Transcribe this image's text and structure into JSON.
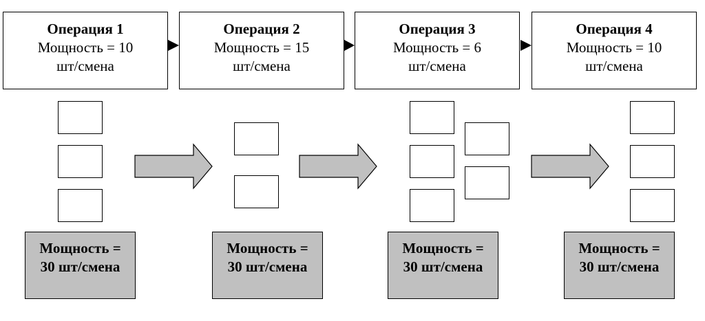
{
  "operations": [
    {
      "title": "Операция 1",
      "capacity": "Мощность = 10",
      "unit": "шт/смена"
    },
    {
      "title": "Операция 2",
      "capacity": "Мощность = 15",
      "unit": "шт/смена"
    },
    {
      "title": "Операция 3",
      "capacity": "Мощность = 6",
      "unit": "шт/смена"
    },
    {
      "title": "Операция 4",
      "capacity": "Мощность = 10",
      "unit": "шт/смена"
    }
  ],
  "stages": [
    {
      "machines": 3,
      "line1": "Мощность =",
      "line2": "30 шт/смена"
    },
    {
      "machines": 2,
      "line1": "Мощность =",
      "line2": "30 шт/смена"
    },
    {
      "machines": 5,
      "line1": "Мощность =",
      "line2": "30 шт/смена"
    },
    {
      "machines": 3,
      "line1": "Мощность =",
      "line2": "30 шт/смена"
    }
  ],
  "colors": {
    "border": "#000000",
    "summary_fill": "#c0c0c0",
    "arrow_fill": "#c0c0c0"
  }
}
